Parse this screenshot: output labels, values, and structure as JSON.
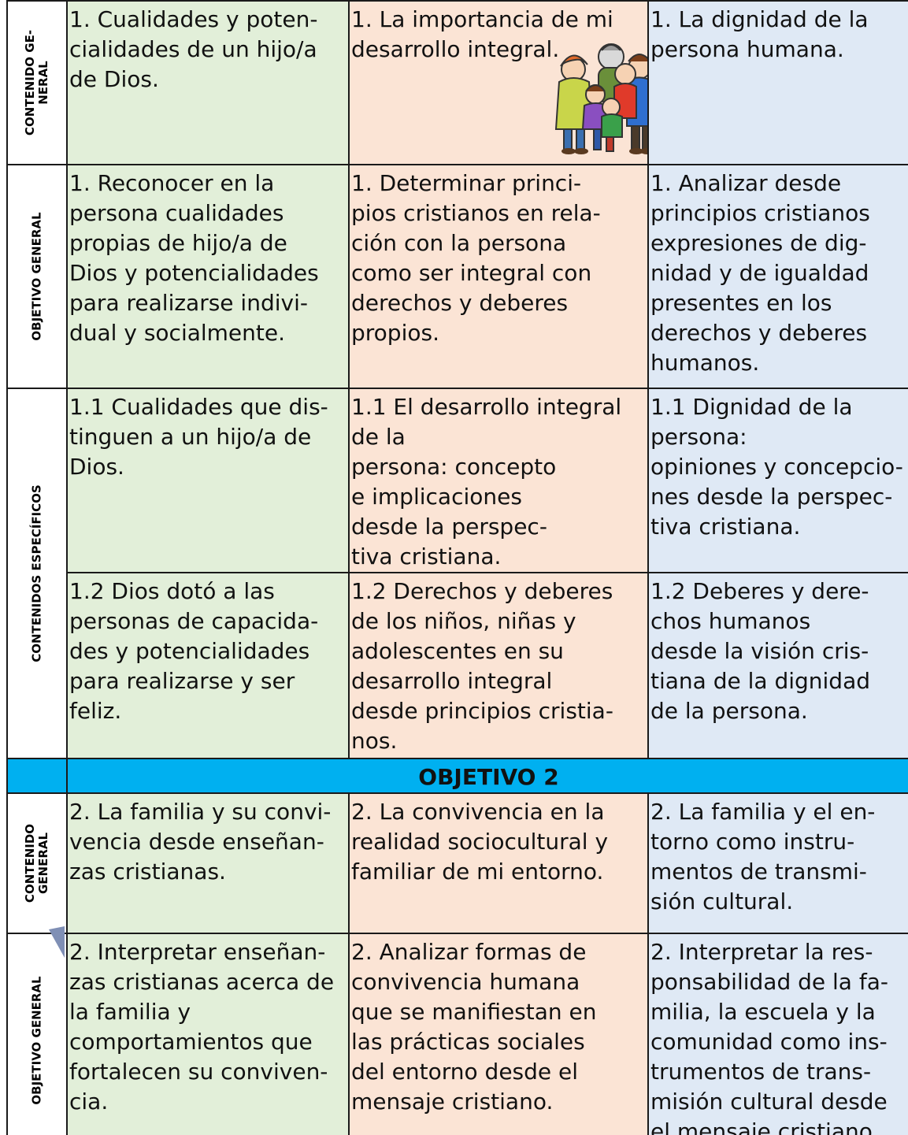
{
  "rows": [
    {
      "label": [
        "CONTENIDO GE-",
        "NERAL"
      ],
      "c1": "1. Cualidades y poten-\ncialidades de un hijo/a\nde Dios.",
      "c2": "1. La importancia de mi\ndesarrollo integral.",
      "c3": "1. La dignidad de la\npersona humana."
    },
    {
      "label": [
        "OBJETIVO GENERAL"
      ],
      "c1": "1. Reconocer en la\npersona cualidades\npropias de hijo/a de\nDios y potencialidades\npara realizarse indivi-\ndual y socialmente.",
      "c2": "1. Determinar princi-\npios cristianos en rela-\nción con la persona\ncomo ser integral con\nderechos y deberes\npropios.",
      "c3": "1. Analizar desde\nprincipios cristianos\nexpresiones de dig-\nnidad y de igualdad\npresentes en los\nderechos y deberes\nhumanos."
    },
    {
      "label": [
        "CONTENIDOS ESPECÍFICOS"
      ],
      "c1": "1.1 Cualidades que dis-\ntinguen a un hijo/a de\nDios.",
      "c2": "1.1 El desarrollo integral\nde la\npersona: concepto\ne implicaciones\ndesde la perspec-\ntiva cristiana.",
      "c3": "1.1 Dignidad de la\npersona:\nopiniones y concepcio-\nnes desde la perspec-\ntiva cristiana."
    },
    {
      "c1": "1.2 Dios dotó a las\npersonas de capacida-\ndes y potencialidades\npara realizarse y ser\nfeliz.",
      "c2": "1.2 Derechos y deberes\nde los niños, niñas y\nadolescentes en su\ndesarrollo integral\ndesde principios cristia-\nnos.",
      "c3": "1.2 Deberes y dere-\nchos humanos\ndesde la visión cris-\ntiana de la dignidad\nde la persona."
    },
    {
      "band_title": "OBJETIVO 2"
    },
    {
      "label": [
        "CONTENIDO",
        "GENERAL"
      ],
      "c1": "2. La familia y su convi-\nvencia desde enseñan-\nzas cristianas.",
      "c2": "2. La convivencia en la\nrealidad sociocultural y\nfamiliar de mi entorno.",
      "c3": " 2. La familia y el en-\ntorno como instru-\nmentos de transmi-\nsión cultural."
    },
    {
      "label": [
        "OBJETIVO GENERAL"
      ],
      "c1": "2. Interpretar enseñan-\nzas cristianas acerca de\nla familia y\ncomportamientos que\nfortalecen su conviven-\ncia.",
      "c2": "2. Analizar formas de\nconvivencia humana\nque se manifiestan en\nlas prácticas sociales\ndel entorno desde el\nmensaje cristiano.",
      "c3": "2. Interpretar la res-\nponsabilidad de la fa-\nmilia, la escuela y la\ncomunidad como ins-\ntrumentos de trans-\nmisión cultural desde\nel mensaje cristiano."
    }
  ],
  "colors": {
    "green": "#e2efd9",
    "peach": "#fbe4d5",
    "blue": "#dfe9f5",
    "band": "#00b0f0"
  },
  "illustration": "family-group-hug-illustration"
}
